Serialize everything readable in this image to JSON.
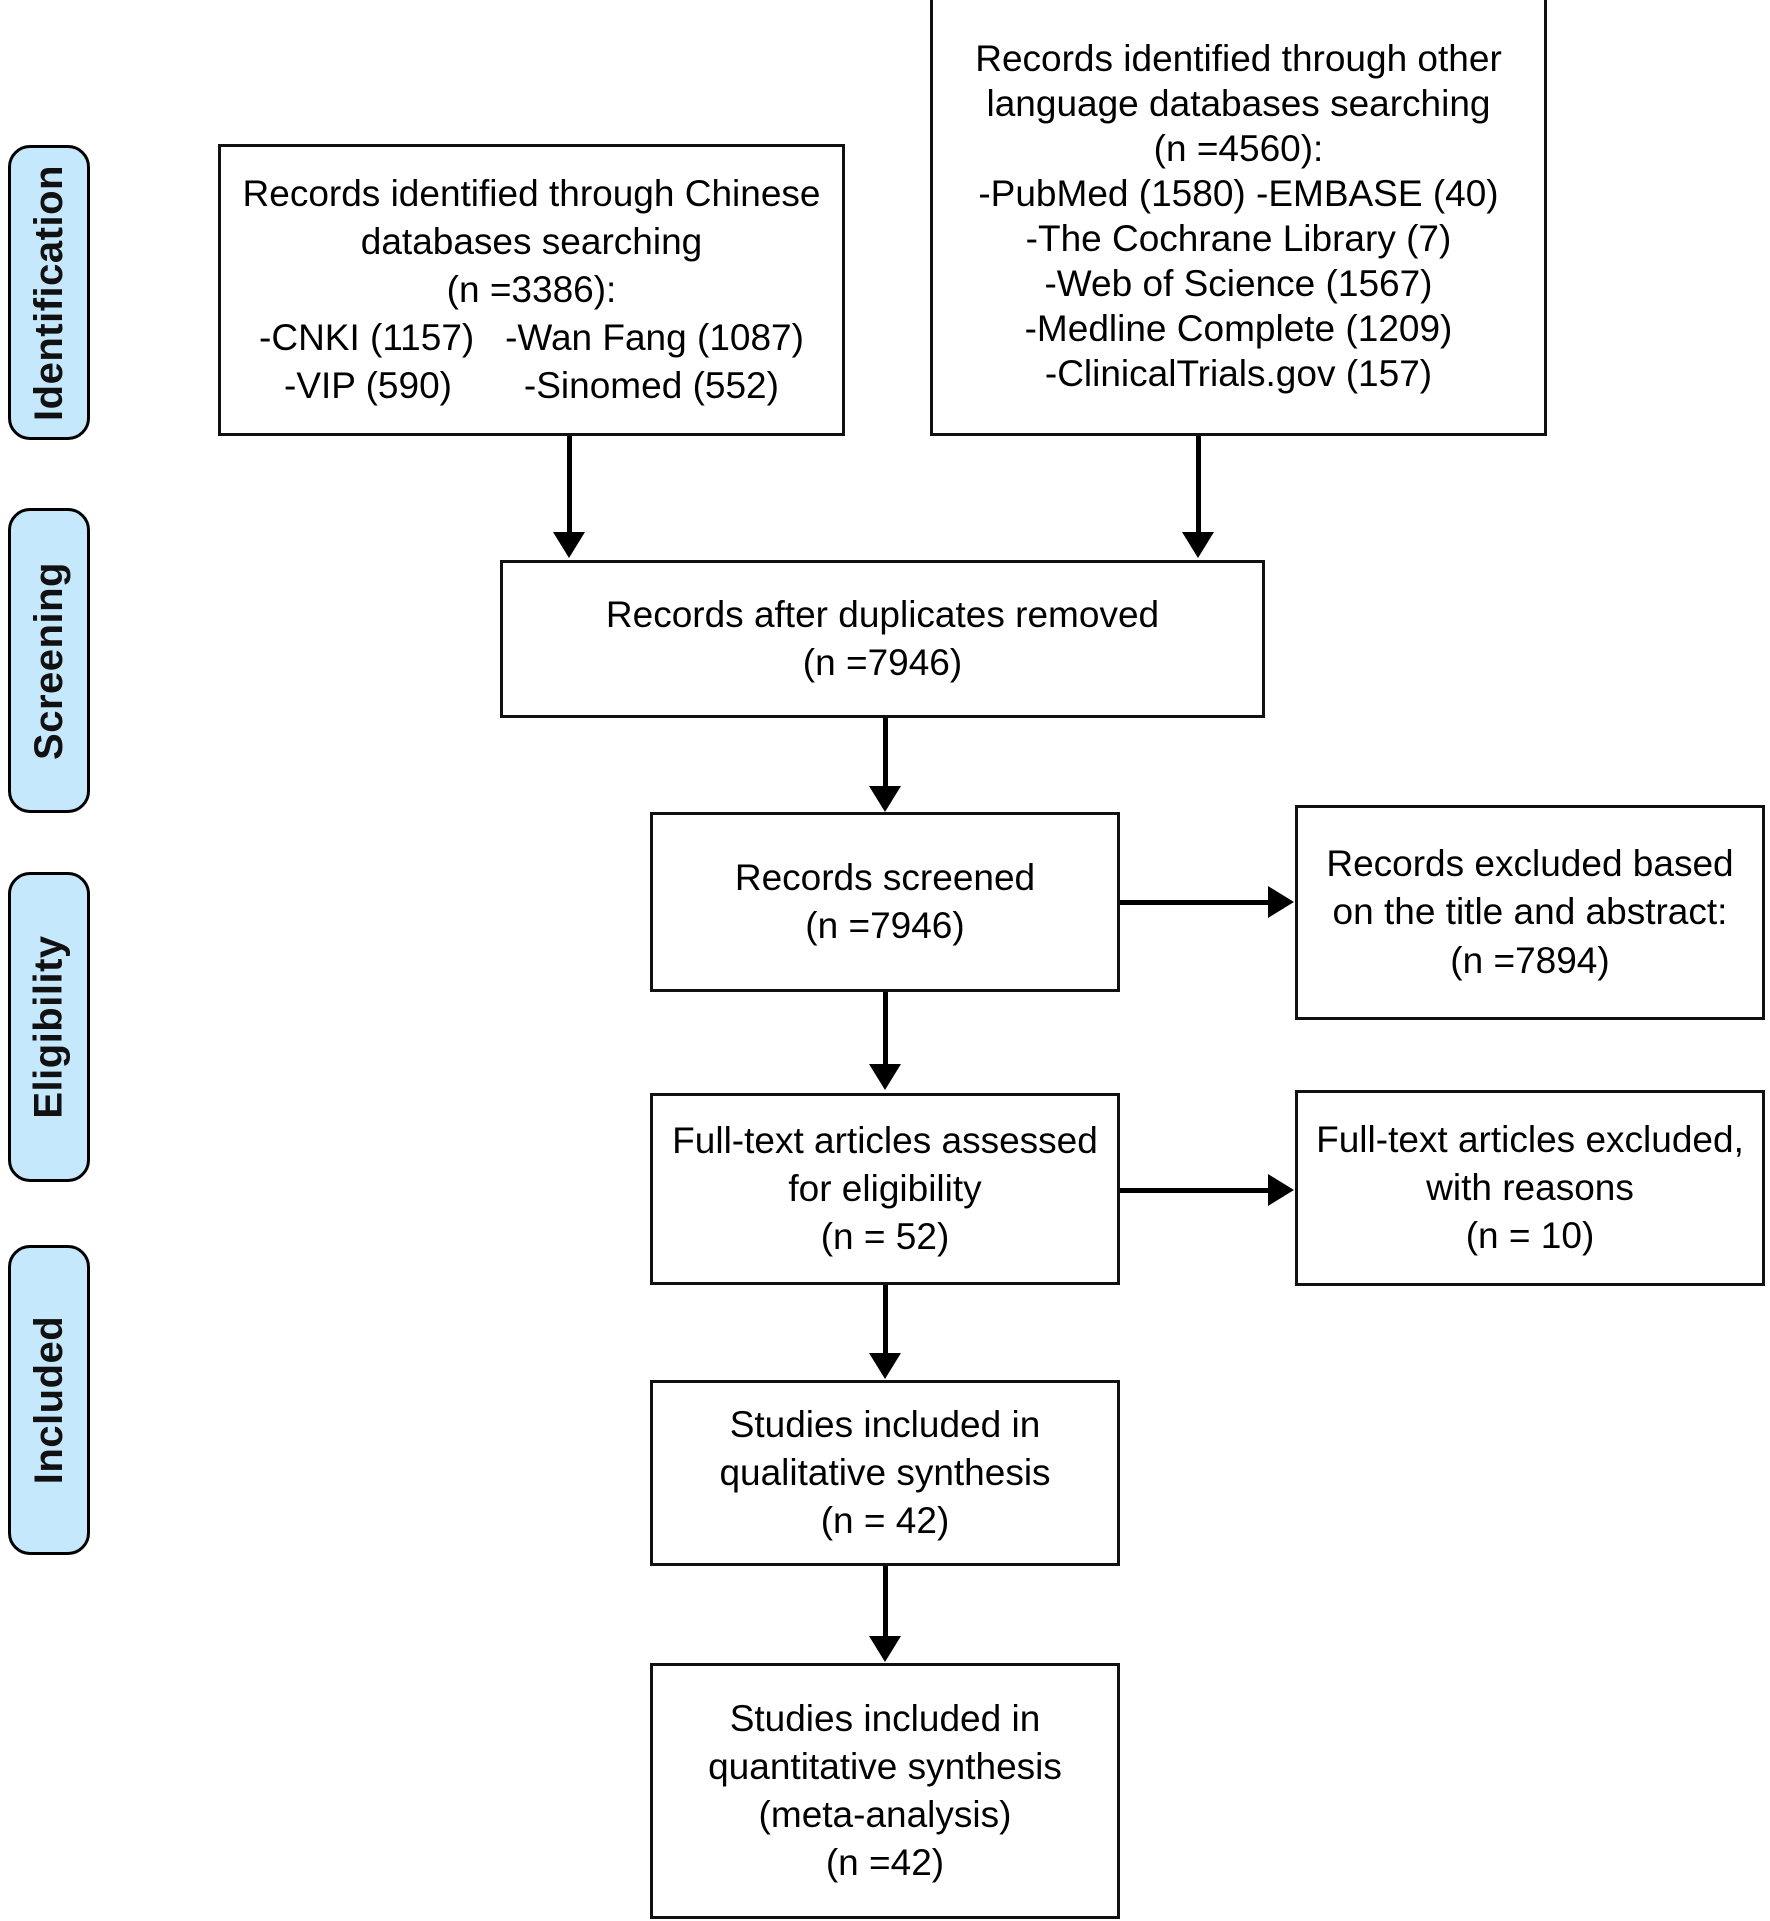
{
  "diagram": {
    "title": "PRISMA study selection flow diagram",
    "accent_color": "#c6e8fc",
    "line_color": "#000000",
    "box_fill": "#ffffff"
  },
  "stages": [
    {
      "key": "identification",
      "label": "Identification"
    },
    {
      "key": "screening",
      "label": "Screening"
    },
    {
      "key": "eligibility",
      "label": "Eligibility"
    },
    {
      "key": "included",
      "label": "Included"
    }
  ],
  "boxes": {
    "chinese_databases": {
      "lines": [
        "Records identified through Chinese",
        "databases searching",
        "(n =3386):",
        "-CNKI (1157)   -Wan Fang (1087)",
        "-VIP (590)       -Sinomed (552)"
      ]
    },
    "other_language_databases": {
      "lines": [
        "Records identified through other",
        "language databases searching",
        "(n =4560):",
        "-PubMed (1580) -EMBASE (40)",
        "-The Cochrane Library (7)",
        "-Web of Science (1567)",
        "-Medline Complete (1209)",
        "-ClinicalTrials.gov (157)"
      ]
    },
    "duplicates_removed": {
      "lines": [
        "Records after duplicates removed",
        "(n =7946)"
      ]
    },
    "records_screened": {
      "lines": [
        "Records screened",
        "(n =7946)"
      ]
    },
    "records_excluded": {
      "lines": [
        "Records excluded based",
        "on the title and abstract:",
        "(n =7894)"
      ]
    },
    "fulltext_assessed": {
      "lines": [
        "Full-text articles assessed",
        "for eligibility",
        "(n = 52)"
      ]
    },
    "fulltext_excluded": {
      "lines": [
        "Full-text articles excluded,",
        "with reasons",
        "(n = 10)"
      ]
    },
    "qualitative_synthesis": {
      "lines": [
        "Studies included in",
        "qualitative synthesis",
        "(n = 42)"
      ]
    },
    "quantitative_synthesis": {
      "lines": [
        "Studies included in",
        "quantitative synthesis",
        "(meta-analysis)",
        "(n =42)"
      ]
    }
  }
}
